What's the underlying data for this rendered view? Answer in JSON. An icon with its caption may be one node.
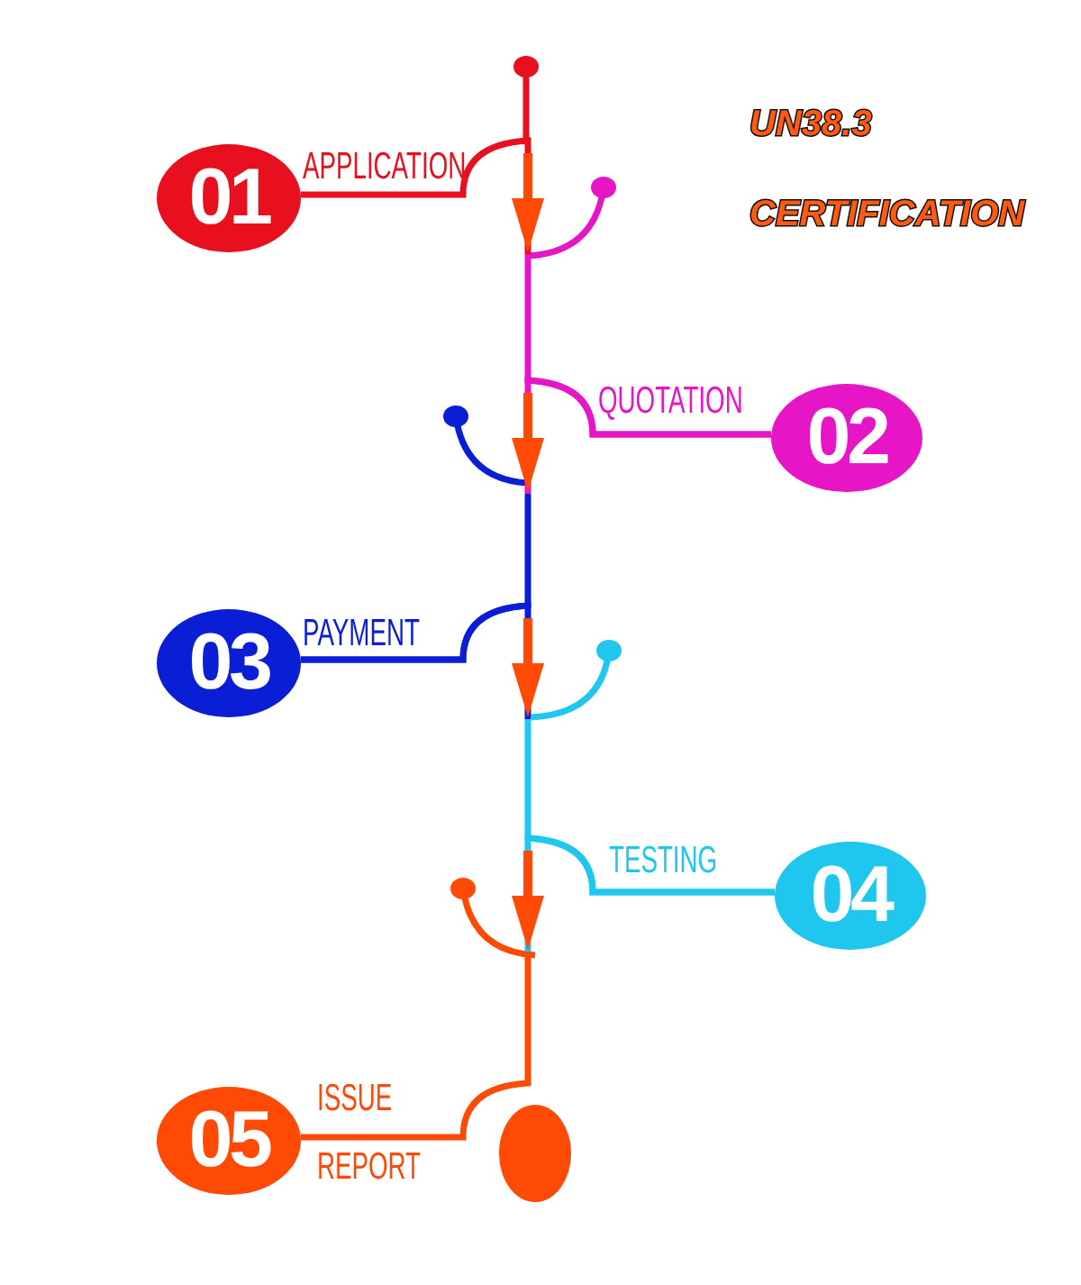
{
  "diagram": {
    "title": "UN38.3 CERTIFICATION",
    "nodes": [
      {
        "text": [
          "01"
        ],
        "beside": [
          "APPLICATION"
        ]
      },
      {
        "text": [
          "02"
        ],
        "beside": [
          "QUOTATION"
        ]
      },
      {
        "text": [
          "03"
        ],
        "beside": [
          "PAYMENT"
        ]
      },
      {
        "text": [
          "04"
        ],
        "beside": [
          "TESTING"
        ]
      },
      {
        "text": [
          "05"
        ],
        "beside": [
          "ISSUE",
          "REPORT"
        ]
      },
      {
        "text": [],
        "shape": "circle"
      }
    ],
    "edges": [
      {
        "from": 0,
        "to": 1,
        "arrow": "none"
      },
      {
        "from": 1,
        "to": 2,
        "arrow": "none"
      },
      {
        "from": 2,
        "to": 3,
        "arrow": "none"
      },
      {
        "from": 3,
        "to": 4,
        "arrow": "none"
      }
    ]
  }
}
